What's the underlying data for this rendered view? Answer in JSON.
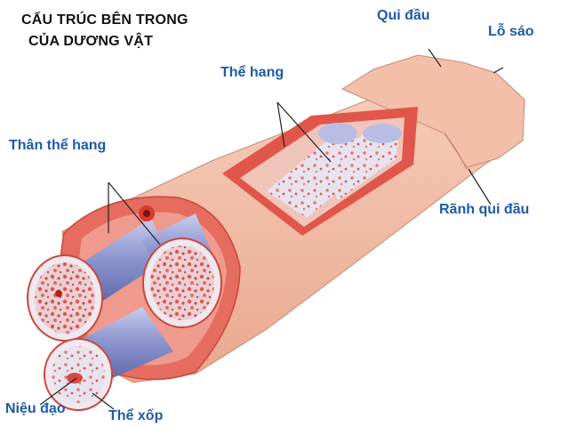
{
  "title": {
    "line1": "CẤU TRÚC BÊN TRONG",
    "line2": "CỦA DƯƠNG VẬT"
  },
  "labels": {
    "qui_dau": "Qui đầu",
    "lo_sao": "Lỗ sáo",
    "the_hang": "Thể hang",
    "than_the_hang": "Thân thể hang",
    "ranh_qui_dau": "Rãnh qui đầu",
    "nieu_dao": "Niệu đạo",
    "the_xop": "Thể xốp"
  },
  "colors": {
    "label_blue": "#1e5aa8",
    "title_dark": "#111111",
    "skin": "#efb39c",
    "tissue_red": "#e0564a",
    "vessel_blue": "#8d95cf"
  }
}
